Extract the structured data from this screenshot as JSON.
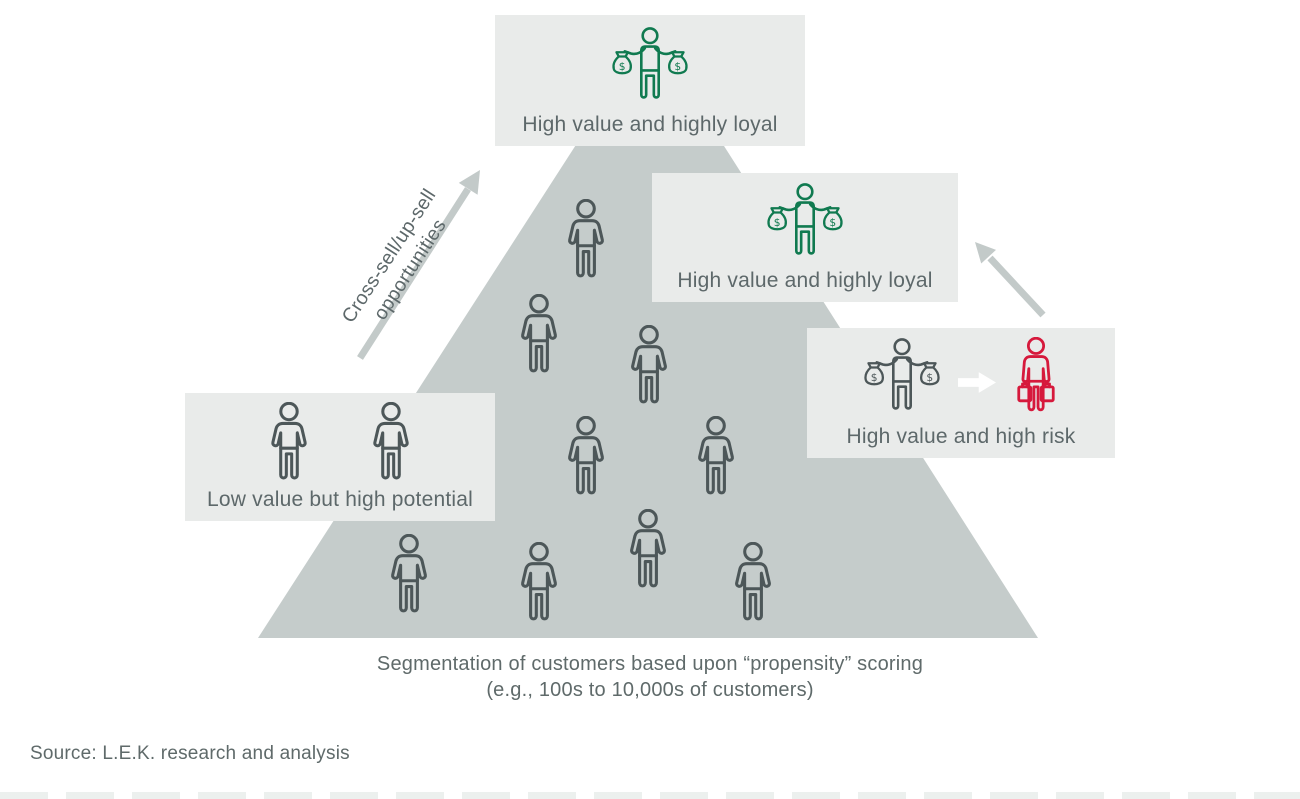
{
  "figure": {
    "cross_sell_arrow_label": {
      "line1": "Cross-sell/up-sell",
      "line2": "opportunities"
    },
    "boxes": [
      {
        "id": "high-value-loyal-top",
        "label": "High value and highly loyal",
        "icons": [
          "person-with-money-bags-icon"
        ],
        "icon_color": "green"
      },
      {
        "id": "high-value-loyal-mid",
        "label": "High value and highly loyal",
        "icons": [
          "person-with-money-bags-icon"
        ],
        "icon_color": "green"
      },
      {
        "id": "high-value-high-risk",
        "label": "High value and high risk",
        "icons": [
          "person-with-money-bags-icon",
          "arrow-right-icon",
          "person-with-suitcases-icon"
        ],
        "icon_color": "gray/red"
      },
      {
        "id": "low-value-high-potential",
        "label": "Low value but high potential",
        "icons": [
          "person-icon",
          "person-icon"
        ],
        "icon_color": "gray"
      }
    ],
    "pyramid": {
      "person_count": 9
    },
    "caption": {
      "line1": "Segmentation of customers based upon “propensity” scoring",
      "line2": "(e.g., 100s to 10,000s of customers)"
    },
    "source": "Source: L.E.K. research and analysis",
    "glyphs": {
      "dollar": "$"
    },
    "colors": {
      "background": "#ffffff",
      "pyramid": "#c5cccb",
      "box_background": "#e9ebea",
      "person_outline": "#4d5759",
      "accent_green": "#107a50",
      "accent_red": "#d6193c",
      "label_text": "#5d686a",
      "caption_text": "#5f6a6a",
      "arrow_gray": "#c3cac9",
      "white_arrow": "#ffffff"
    }
  }
}
